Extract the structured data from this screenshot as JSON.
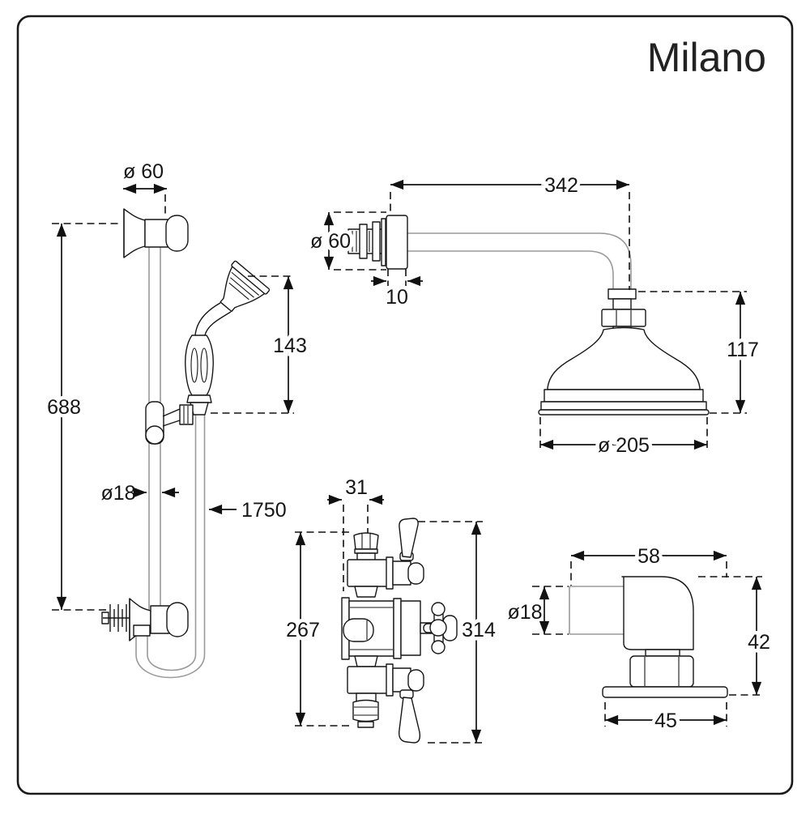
{
  "brand": {
    "logo_text": "Milano"
  },
  "colors": {
    "ink": "#161616",
    "tube_line": "#9a9a9a",
    "background": "#ffffff"
  },
  "slide_rail": {
    "dims": {
      "bracket_diameter": "ø 60",
      "rail_length": "688",
      "handset_length": "143",
      "rail_diameter": "ø18",
      "hose_length": "1750"
    }
  },
  "shower_arm": {
    "dims": {
      "reach": "342",
      "flange_diameter": "ø 60",
      "flange_depth": "10",
      "head_height": "117",
      "head_diameter": "ø 205"
    }
  },
  "valve": {
    "dims": {
      "top_outlet_width": "31",
      "body_height": "267",
      "overall_height": "314"
    }
  },
  "elbow": {
    "dims": {
      "projection": "58",
      "pipe_diameter": "ø18",
      "height": "42",
      "base_width": "45"
    }
  }
}
